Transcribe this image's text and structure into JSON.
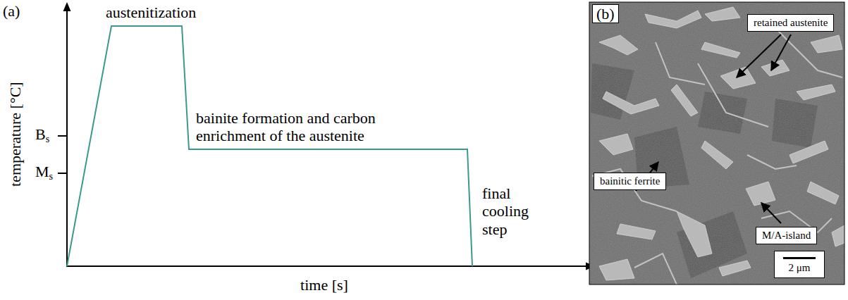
{
  "diagram": {
    "nodes": [
      {
        "text": [
          "(b)"
        ]
      },
      {
        "text": [
          "retained austenite"
        ]
      },
      {
        "text": [
          "bainitic ferrite"
        ]
      },
      {
        "text": [
          "M/A-island"
        ]
      },
      {
        "text": [
          "2 μm"
        ]
      }
    ],
    "labels": [
      "(a)",
      "austenitization",
      "temperature [°C]",
      "Bs",
      "Ms",
      "bainite formation and carbon enrichment of the austenite",
      "final cooling step",
      "time [s]"
    ]
  }
}
